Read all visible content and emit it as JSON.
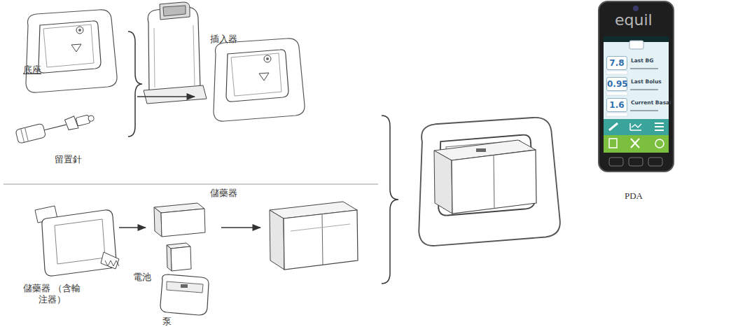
{
  "diagram": {
    "nodes": [
      {
        "text": [
          "7.8",
          "Last BG"
        ]
      },
      {
        "text": [
          "0.95",
          "Last Bolus"
        ]
      },
      {
        "text": [
          "1.6",
          "Current Basal"
        ]
      }
    ],
    "labels": [
      "底座",
      "插入器",
      "留置針",
      "儲藥器",
      "儲藥器 （含輸注器）",
      "電池",
      "泵",
      "equil",
      "PDA"
    ]
  }
}
